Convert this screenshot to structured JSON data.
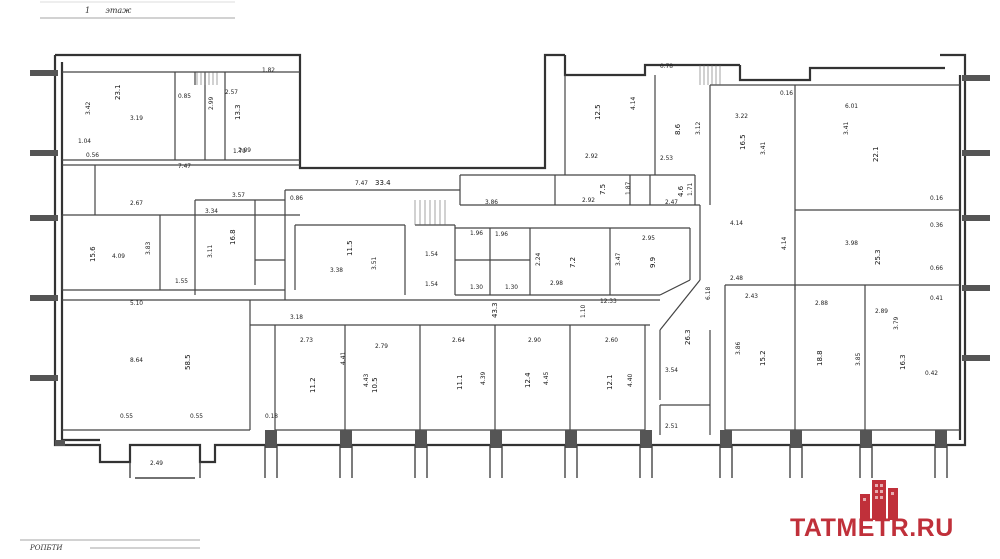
{
  "header": {
    "floor_label": "этаж",
    "floor_number": "1"
  },
  "footer": {
    "label": "РОПБТИ"
  },
  "watermark": {
    "text": "TATMETR.RU",
    "color": "#c0303a",
    "icon": "city-buildings-icon"
  },
  "rooms": [
    {
      "id": "r1",
      "area": "23.1",
      "w": "3.19",
      "h": "3.42"
    },
    {
      "id": "r2",
      "area": "13.3",
      "w": "1.79",
      "h": "2.99"
    },
    {
      "id": "r3",
      "area": "12.5",
      "w": "2.92",
      "h": "4.14"
    },
    {
      "id": "r4",
      "area": "8.6",
      "w": "2.53",
      "h": "3.12"
    },
    {
      "id": "r5",
      "area": "16.5",
      "w": "3.22",
      "h": "3.41"
    },
    {
      "id": "r6",
      "area": "22.1",
      "w": "6.01",
      "h": "3.41"
    },
    {
      "id": "r7",
      "area": "33.4",
      "w": "7.47",
      "h": "3.57"
    },
    {
      "id": "r8",
      "area": "7.5",
      "w": "2.92",
      "h": "1.87"
    },
    {
      "id": "r9",
      "area": "4.6",
      "w": "2.47",
      "h": "1.71"
    },
    {
      "id": "r10",
      "area": "15.6",
      "w": "4.09",
      "h": "3.83"
    },
    {
      "id": "r11",
      "area": "16.8",
      "w": "3.34",
      "h": "3.11"
    },
    {
      "id": "r12",
      "area": "11.5",
      "w": "3.38",
      "h": "3.51"
    },
    {
      "id": "r13",
      "area": "7.2",
      "w": "2.98",
      "h": "2.24"
    },
    {
      "id": "r14",
      "area": "9.9",
      "w": "2.95",
      "h": "3.47"
    },
    {
      "id": "r15",
      "area": "25.3",
      "w": "3.98",
      "h": "4.14"
    },
    {
      "id": "r16",
      "area": "58.5",
      "w": "5.10",
      "h": "8.64"
    },
    {
      "id": "r17",
      "area": "11.2",
      "w": "2.73",
      "h": "4.41"
    },
    {
      "id": "r18",
      "area": "10.5",
      "w": "2.79",
      "h": "4.43"
    },
    {
      "id": "r19",
      "area": "11.1",
      "w": "2.64",
      "h": "4.39"
    },
    {
      "id": "r20",
      "area": "12.4",
      "w": "2.90",
      "h": "4.45"
    },
    {
      "id": "r21",
      "area": "12.1",
      "w": "2.60",
      "h": "4.40"
    },
    {
      "id": "r22",
      "area": "26.3",
      "w": "3.54",
      "h": "6.18"
    },
    {
      "id": "r23",
      "area": "15.2",
      "w": "2.43",
      "h": "3.86"
    },
    {
      "id": "r24",
      "area": "18.8",
      "w": "2.88",
      "h": "3.85"
    },
    {
      "id": "r25",
      "area": "16.3",
      "w": "2.89",
      "h": "3.79"
    },
    {
      "id": "r26",
      "area": "43.3",
      "w": "12.33",
      "h": "1.10"
    }
  ]
}
